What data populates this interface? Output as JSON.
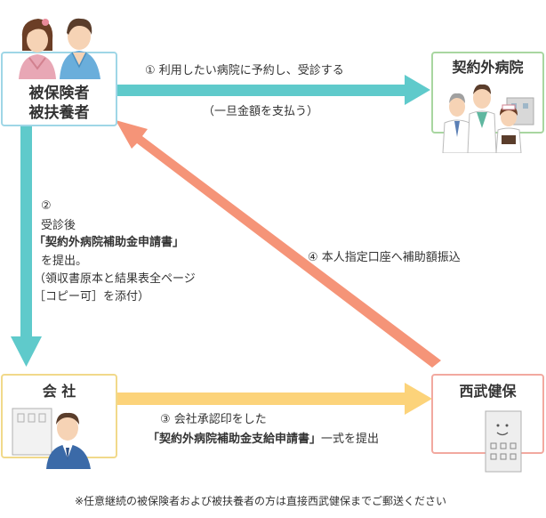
{
  "colors": {
    "teal": "#5fcacb",
    "orange": "#f59478",
    "yellow": "#fcd37a",
    "box_blue_border": "#9fd6e6",
    "box_green_border": "#a8d6a0",
    "box_yellow_border": "#f1d98a",
    "box_red_border": "#f2a9a0"
  },
  "boxes": {
    "insured": {
      "line1": "被保険者",
      "line2": "被扶養者"
    },
    "hospital": {
      "title": "契約外病院"
    },
    "company": {
      "title": "会 社"
    },
    "seibu": {
      "title": "西武健保"
    }
  },
  "steps": {
    "step1": {
      "label": "① 利用したい病院に予約し、受診する",
      "sub": "（一旦金額を支払う）"
    },
    "step2": {
      "number": "②",
      "line1": "受診後",
      "line2": "「契約外病院補助金申請書」",
      "line3": "を提出。",
      "line4": "（領収書原本と結果表全ページ",
      "line5": "［コピー可］を添付）"
    },
    "step3": {
      "line1": "③ 会社承認印をした",
      "line2_bold": "「契約外病院補助金支給申請書」",
      "line2_rest": "一式を提出"
    },
    "step4": {
      "label": "④ 本人指定口座へ補助額振込"
    }
  },
  "footnote": "※任意継続の被保険者および被扶養者の方は直接西武健保までご郵送ください",
  "icons": [
    "insured-people-icon",
    "hospital-staff-icon",
    "company-employee-icon",
    "building-icon"
  ]
}
